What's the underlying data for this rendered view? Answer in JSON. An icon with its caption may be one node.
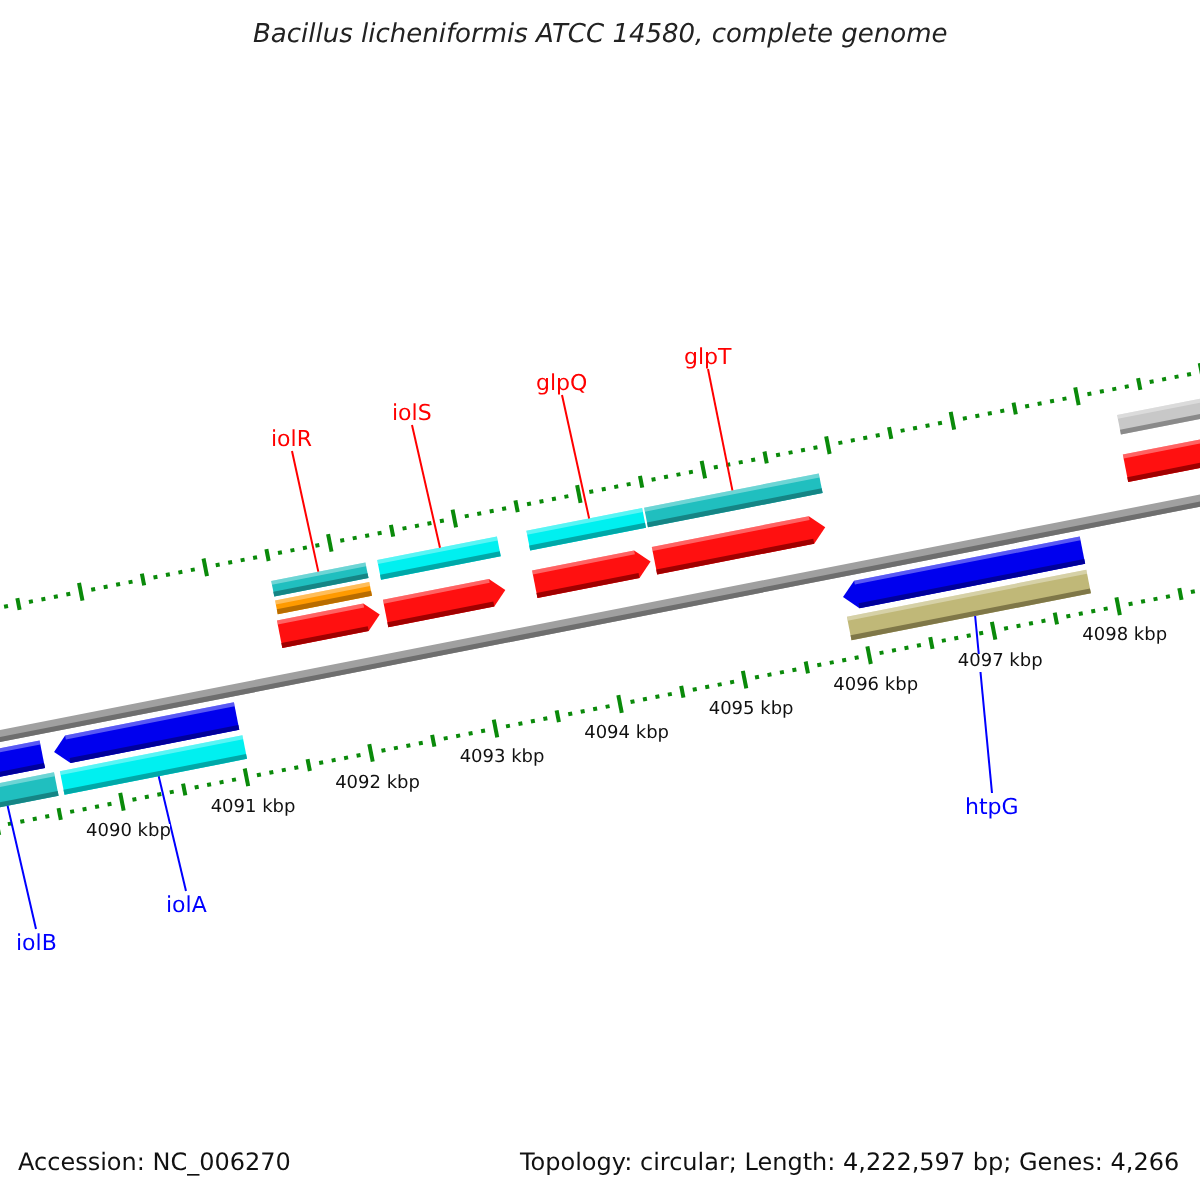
{
  "diagram": {
    "title": "Bacillus licheniformis ATCC 14580, complete genome",
    "nodes": [
      {
        "text": [
          "iolR"
        ]
      },
      {
        "text": [
          "iolS"
        ]
      },
      {
        "text": [
          "glpQ"
        ]
      },
      {
        "text": [
          "glpT"
        ]
      },
      {
        "text": [
          "htpG"
        ]
      },
      {
        "text": [
          "iolA"
        ]
      },
      {
        "text": [
          "iolB"
        ]
      },
      {
        "text": [],
        "shape": "bar"
      },
      {
        "text": [],
        "shape": "bar"
      },
      {
        "text": [],
        "shape": "bar"
      },
      {
        "text": [],
        "shape": "bar"
      },
      {
        "text": [],
        "shape": "bar"
      },
      {
        "text": [],
        "shape": "bar"
      },
      {
        "text": [],
        "shape": "bar"
      },
      {
        "text": [],
        "shape": "bar"
      },
      {
        "text": [],
        "shape": "bar"
      },
      {
        "text": [],
        "shape": "bar"
      },
      {
        "text": [],
        "shape": "bar"
      },
      {
        "text": [],
        "shape": "bar"
      },
      {
        "text": [],
        "shape": "bar"
      },
      {
        "text": [],
        "shape": "bar"
      },
      {
        "text": [],
        "shape": "bar"
      },
      {
        "text": [],
        "shape": "bar"
      },
      {
        "text": [],
        "shape": "bar"
      }
    ],
    "edges": [
      {
        "from": 0,
        "to": 11,
        "arrow": "none",
        "color": "#ff0000"
      },
      {
        "from": 1,
        "to": 14,
        "arrow": "none",
        "color": "#ff0000"
      },
      {
        "from": 2,
        "to": 16,
        "arrow": "none",
        "color": "#ff0000"
      },
      {
        "from": 3,
        "to": 18,
        "arrow": "none",
        "color": "#ff0000"
      },
      {
        "from": 4,
        "to": 21,
        "arrow": "none",
        "color": "#0000ff"
      },
      {
        "from": 5,
        "to": 9,
        "arrow": "none",
        "color": "#0000ff"
      },
      {
        "from": 6,
        "to": 7,
        "arrow": "none",
        "color": "#0000ff"
      }
    ],
    "labels": [
      "4090 kbp",
      "4091 kbp",
      "4092 kbp",
      "4093 kbp",
      "4094 kbp",
      "4095 kbp",
      "4096 kbp",
      "4097 kbp",
      "4098 kbp",
      "Accession: NC_006270",
      "Topology: circular; Length: 4,222,597 bp; Genes: 4,266"
    ]
  }
}
